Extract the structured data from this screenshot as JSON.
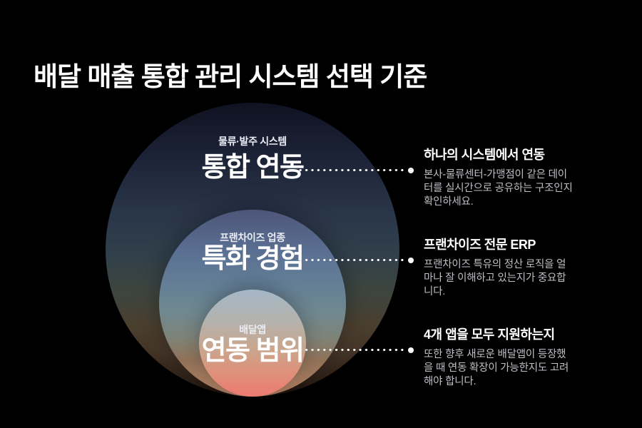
{
  "page": {
    "background_color": "#000000",
    "title": "배달 매출 통합 관리 시스템 선택 기준",
    "title_color": "#ffffff"
  },
  "diagram": {
    "type": "concentric-circles",
    "rings": [
      {
        "name": "outer",
        "category": "물류·발주 시스템",
        "label": "통합 연동",
        "gradient_top": "#101221",
        "gradient_middle": "#31404b",
        "gradient_bottom": "#1b110b"
      },
      {
        "name": "middle",
        "category": "프랜차이즈 업종",
        "label": "특화 경험",
        "gradient_top": "#4d5678",
        "gradient_middle": "#6f8890",
        "gradient_bottom": "#a97a5f"
      },
      {
        "name": "inner",
        "category": "배달앱",
        "label": "연동 범위",
        "gradient_top": "#a4b7c7",
        "gradient_middle": "#c9a68e",
        "gradient_bottom": "#ed7a72"
      }
    ],
    "leader_dot_color": "#ffffff"
  },
  "callouts": [
    {
      "heading": "하나의 시스템에서 연동",
      "body": "본사-물류센터-가맹점이 같은 데이터를 실시간으로 공유하는 구조인지 확인하세요."
    },
    {
      "heading": "프랜차이즈 전문 ERP",
      "body": "프랜차이즈 특유의 정산 로직을 얼마나 잘 이해하고 있는지가 중요합니다."
    },
    {
      "heading": "4개 앱을 모두 지원하는지",
      "body": "또한 향후 새로운 배달앱이 등장했을 때 연동 확장이 가능한지도 고려해야 합니다."
    }
  ],
  "text_colors": {
    "heading": "#ffffff",
    "body": "#bcbfc4",
    "ring_category": "#e9ecf4",
    "ring_label": "#ffffff"
  }
}
